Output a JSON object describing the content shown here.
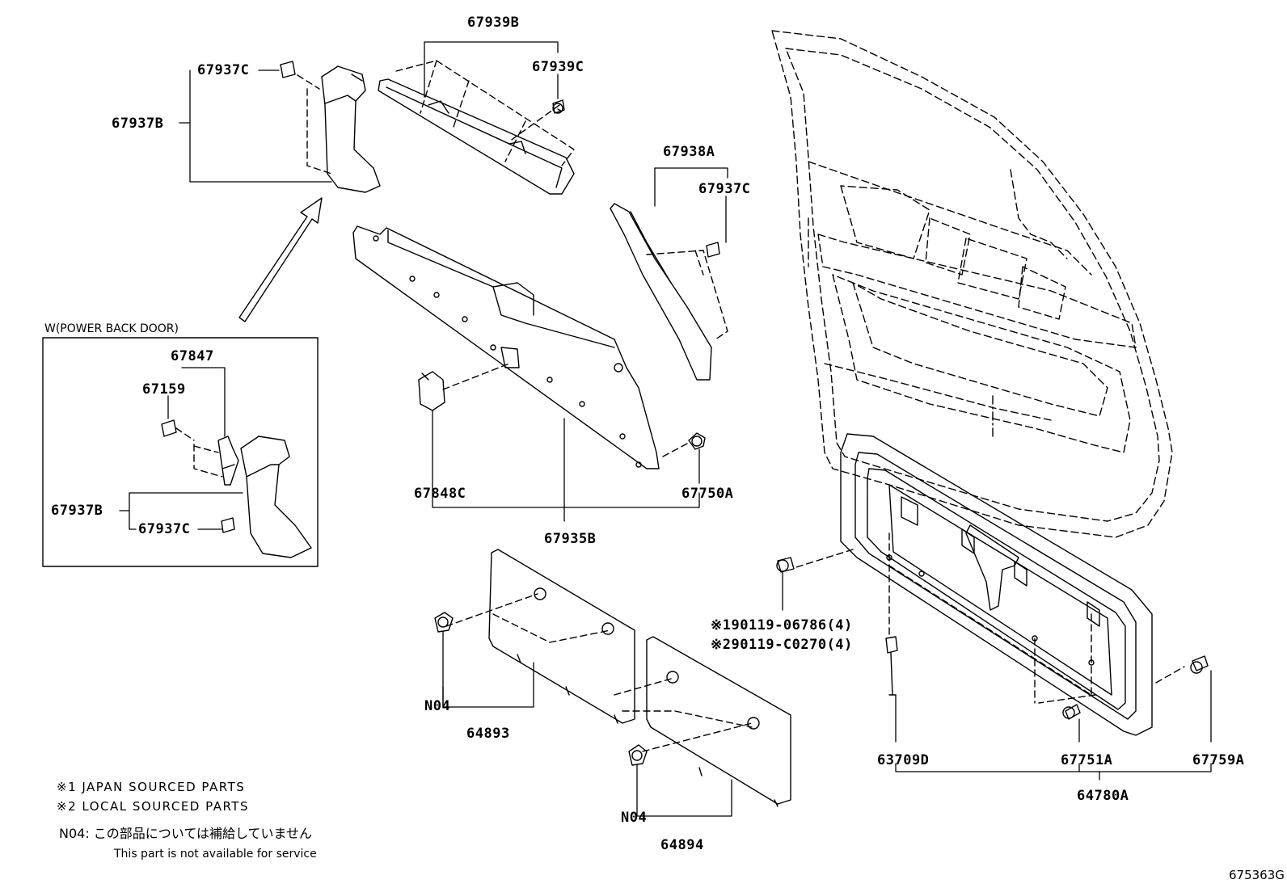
{
  "labels": {
    "p67939B": "67939B",
    "p67937C_top": "67937C",
    "p67939C": "67939C",
    "p67937B_top": "67937B",
    "p67938A": "67938A",
    "p67937C_mid": "67937C",
    "p67847": "67847",
    "p67159": "67159",
    "p67937B_inset": "67937B",
    "p67937C_inset": "67937C",
    "p67848C": "67848C",
    "p67750A": "67750A",
    "p67935B": "67935B",
    "p90119_06786": "※190119-06786(4)",
    "p90119_C0270": "※290119-C0270(4)",
    "n04_left": "N04",
    "p64893": "64893",
    "n04_right": "N04",
    "p64894": "64894",
    "p63709D": "63709D",
    "p67751A": "67751A",
    "p67759A": "67759A",
    "p64780A": "64780A"
  },
  "inset": {
    "title": "W(POWER BACK DOOR)"
  },
  "notes": {
    "japan": "※1 JAPAN SOURCED PARTS",
    "local": "※2 LOCAL SOURCED PARTS",
    "n04_jp": "N04: この部品については補給していません",
    "n04_en": "This part is not available for service"
  },
  "figure_id": "675363G"
}
